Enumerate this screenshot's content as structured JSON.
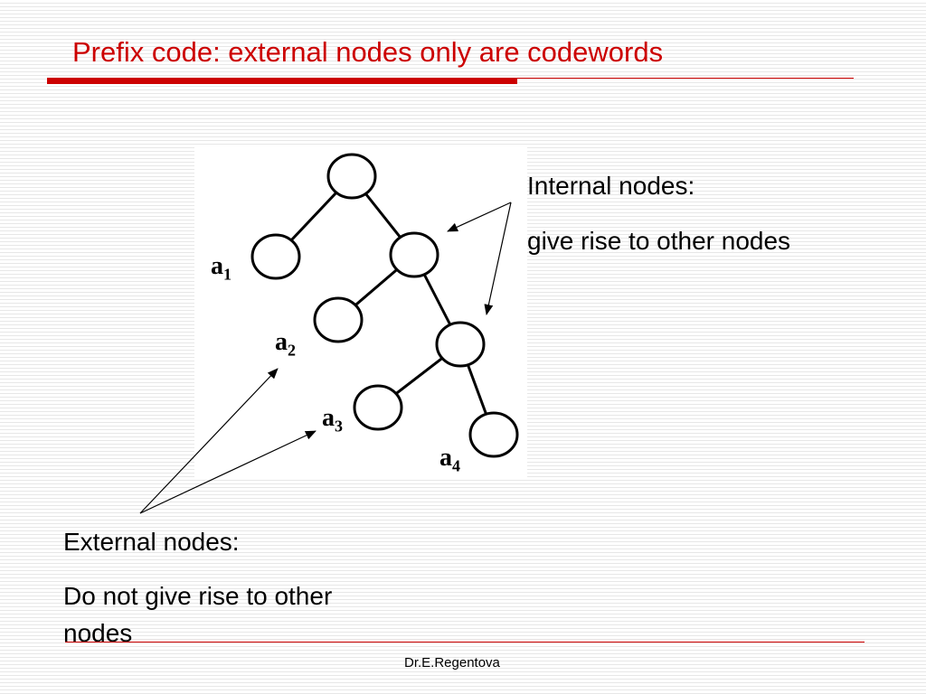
{
  "slide": {
    "title": "Prefix code: external nodes only are codewords",
    "footer": "Dr.E.Regentova",
    "accent_color": "#cc0000"
  },
  "internal": {
    "heading": "Internal nodes:",
    "description": "give rise to other nodes"
  },
  "external": {
    "heading": "External nodes:",
    "description_line1": "Do not give rise to other",
    "description_line2": "nodes"
  },
  "tree": {
    "nodes": [
      {
        "id": "root",
        "kind": "internal"
      },
      {
        "id": "a1",
        "kind": "external",
        "label": "a",
        "sub": "1"
      },
      {
        "id": "n1",
        "kind": "internal"
      },
      {
        "id": "a2",
        "kind": "external",
        "label": "a",
        "sub": "2"
      },
      {
        "id": "n2",
        "kind": "internal"
      },
      {
        "id": "a3",
        "kind": "external",
        "label": "a",
        "sub": "3"
      },
      {
        "id": "a4",
        "kind": "external",
        "label": "a",
        "sub": "4"
      }
    ],
    "edges": [
      [
        "root",
        "a1"
      ],
      [
        "root",
        "n1"
      ],
      [
        "n1",
        "a2"
      ],
      [
        "n1",
        "n2"
      ],
      [
        "n2",
        "a3"
      ],
      [
        "n2",
        "a4"
      ]
    ]
  }
}
